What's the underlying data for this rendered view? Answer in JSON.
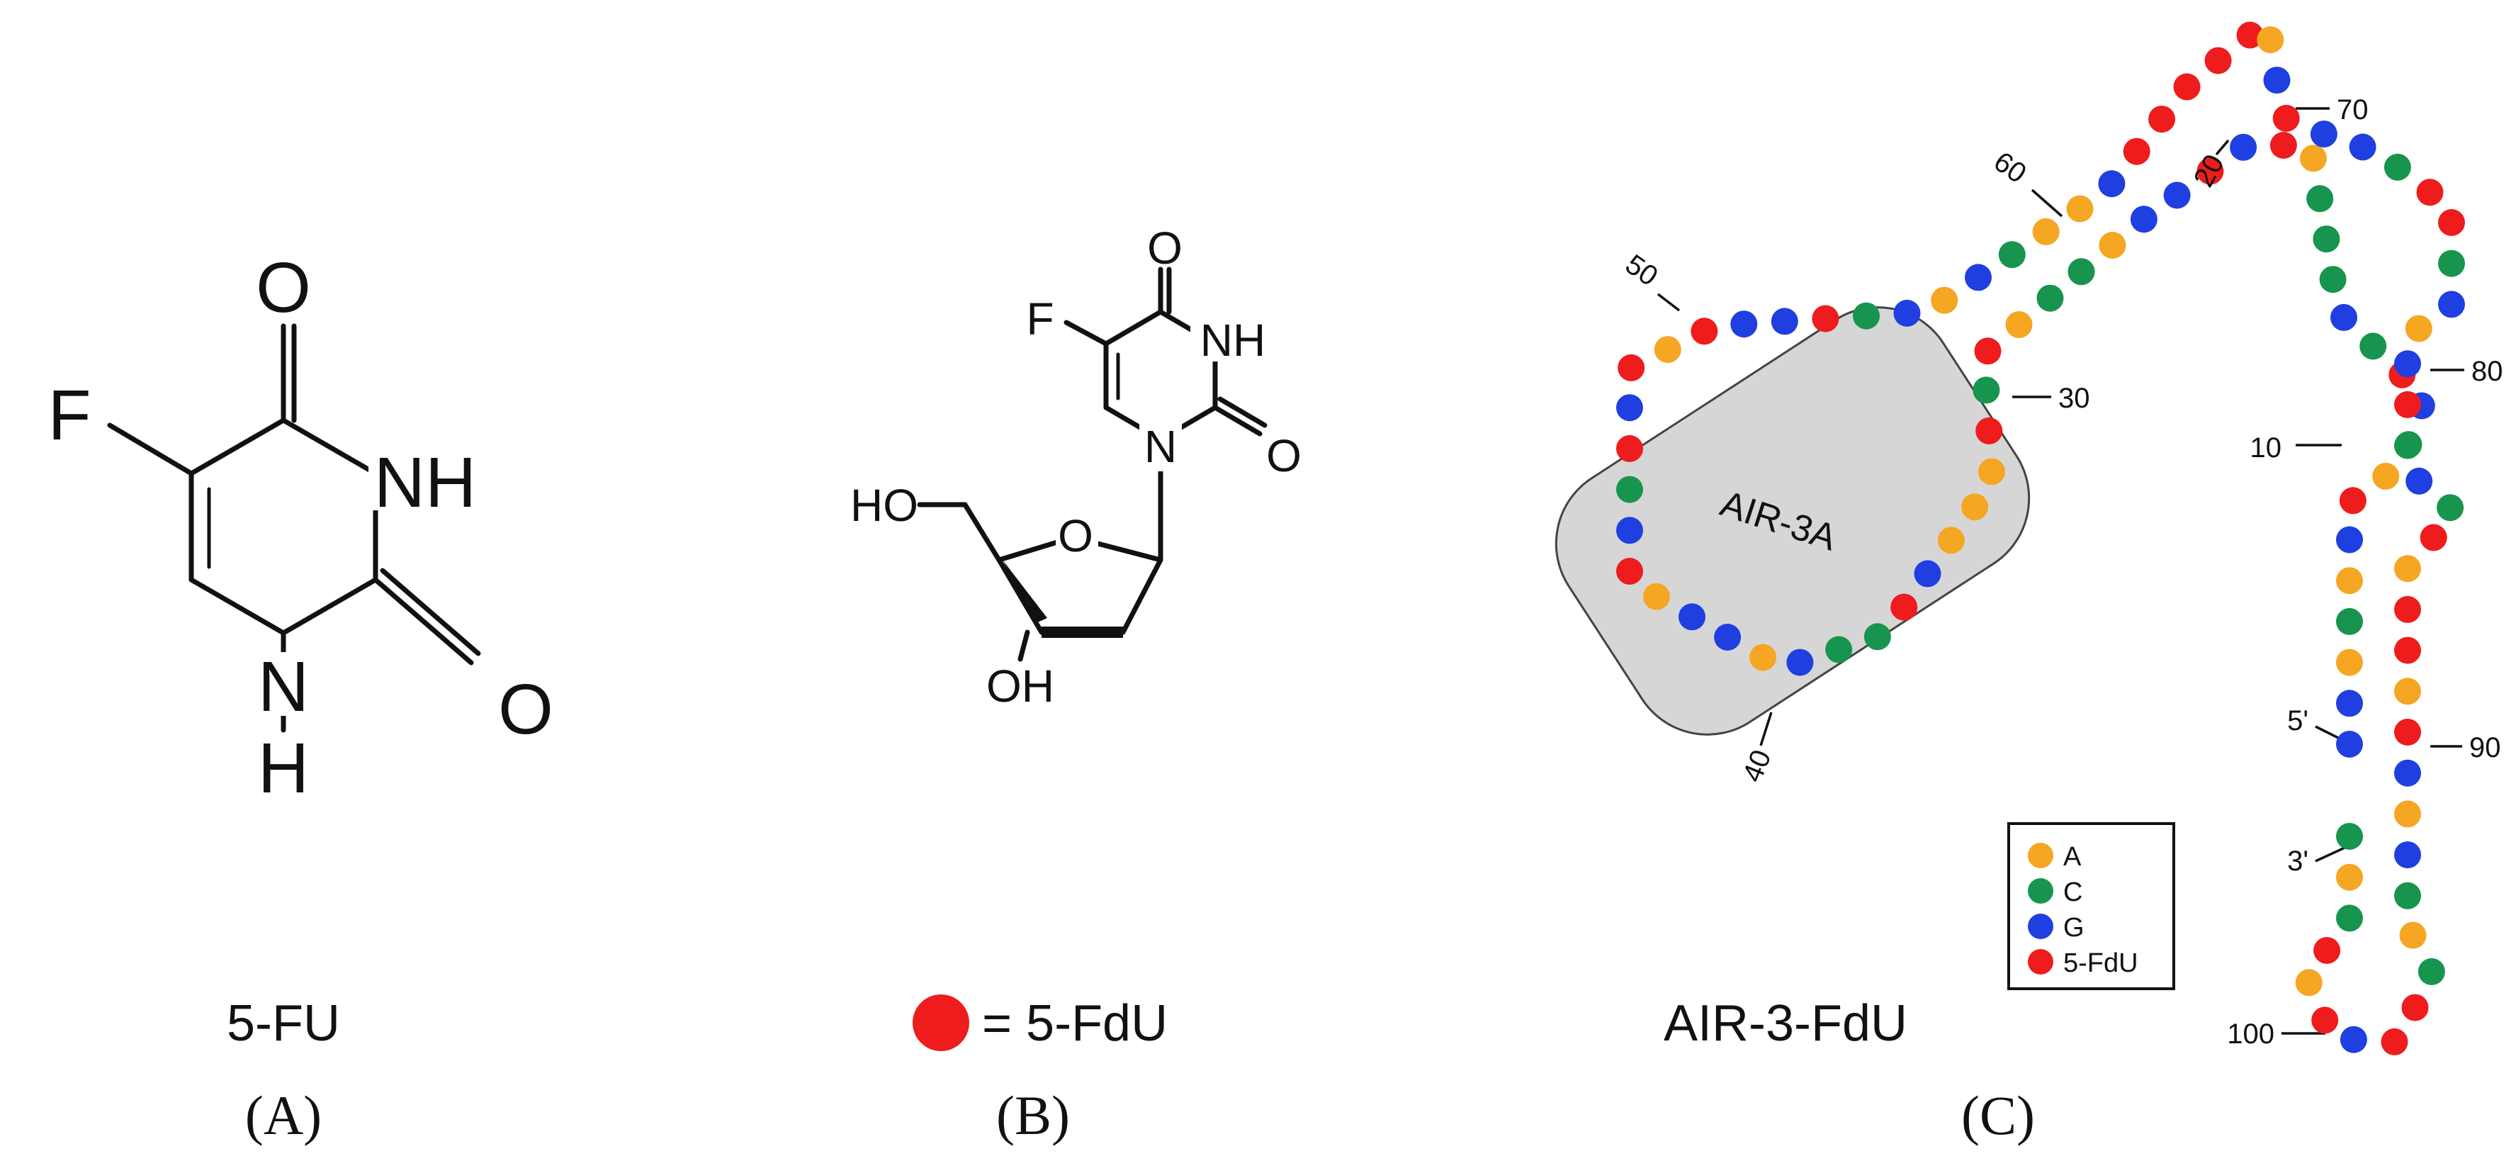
{
  "panels": {
    "a": {
      "name": "5-FU",
      "panel_label": "(A)"
    },
    "b": {
      "name": "= 5-FdU",
      "panel_label": "(B)"
    },
    "c": {
      "name": "AIR-3-FdU",
      "panel_label": "(C)",
      "region_label": "AIR-3A"
    }
  },
  "atoms_a": {
    "o_top": "O",
    "f": "F",
    "nh_right": "NH",
    "o_right": "O",
    "n_bottom": "N",
    "h_bottom": "H"
  },
  "atoms_b": {
    "o_top": "O",
    "f": "F",
    "nh": "NH",
    "o_right": "O",
    "n": "N",
    "ho": "HO",
    "o_ring": "O",
    "oh": "OH"
  },
  "position_labels": {
    "p5prime": "5'",
    "p3prime": "3'",
    "p10": "10",
    "p20": "20",
    "p30": "30",
    "p40": "40",
    "p50": "50",
    "p60": "60",
    "p70": "70",
    "p80": "80",
    "p90": "90",
    "p100": "100"
  },
  "legend": [
    {
      "label": "A",
      "color": "#F5A623"
    },
    {
      "label": "C",
      "color": "#17944E"
    },
    {
      "label": "G",
      "color": "#1F3FE0"
    },
    {
      "label": "5-FdU",
      "color": "#EE1C1C"
    }
  ],
  "colors": {
    "A": "#F5A623",
    "C": "#17944E",
    "G": "#1F3FE0",
    "U": "#EE1C1C",
    "box_fill": "#D6D6D6"
  },
  "sequence": "GGACAGUACGUCGCCCAUGUGGACCAUCUAAAGUCCGAGGAUGCUGUAUGGUCGAGCAAGUUUUUAGUGGCUUCGAGUCGCUAUUAUGAGCACUUGUAUCAC"
}
